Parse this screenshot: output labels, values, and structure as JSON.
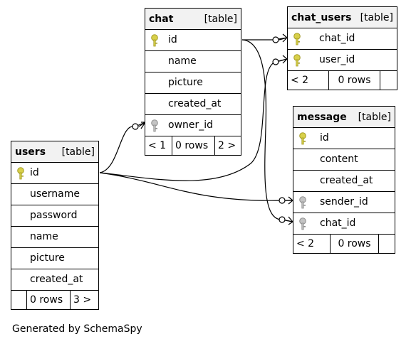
{
  "tables": {
    "chat": {
      "name": "chat",
      "type": "[table]",
      "columns": [
        "id",
        "name",
        "picture",
        "created_at",
        "owner_id"
      ],
      "footer": [
        "< 1",
        "0 rows",
        "2 >"
      ]
    },
    "chat_users": {
      "name": "chat_users",
      "type": "[table]",
      "columns": [
        "chat_id",
        "user_id"
      ],
      "footer": [
        "< 2",
        "0 rows",
        ""
      ]
    },
    "message": {
      "name": "message",
      "type": "[table]",
      "columns": [
        "id",
        "content",
        "created_at",
        "sender_id",
        "chat_id"
      ],
      "footer": [
        "< 2",
        "0 rows",
        ""
      ]
    },
    "users": {
      "name": "users",
      "type": "[table]",
      "columns": [
        "id",
        "username",
        "password",
        "name",
        "picture",
        "created_at"
      ],
      "footer": [
        "",
        "0 rows",
        "3 >"
      ]
    }
  },
  "caption": "Generated by SchemaSpy",
  "colors": {
    "primary_key": "#d8d04a",
    "foreign_key": "#bdbdbd",
    "header_bg": "#f2f2f2"
  }
}
